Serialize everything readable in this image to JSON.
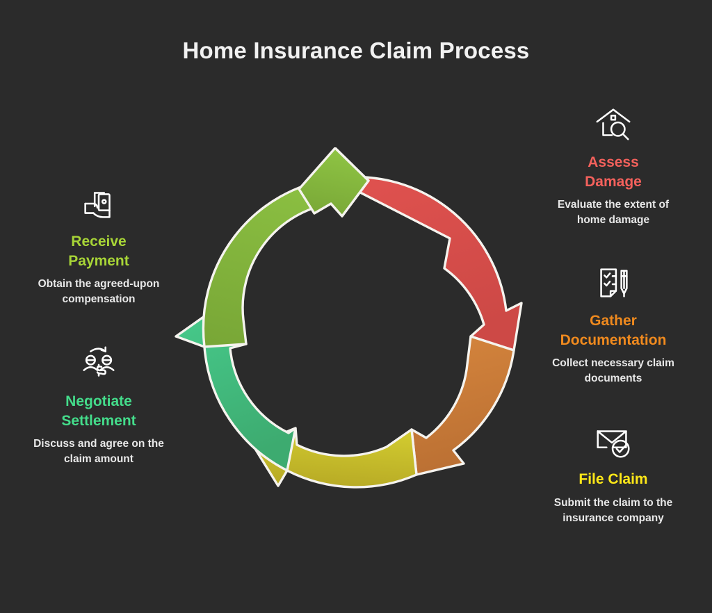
{
  "page": {
    "title": "Home Insurance Claim Process",
    "background_color": "#2b2b2b",
    "title_color": "#f2f2f2",
    "description_color": "#e8e8e8"
  },
  "steps": [
    {
      "id": "assess-damage",
      "side": "right",
      "order": 1,
      "heading": "Assess\nDamage",
      "heading_line1": "Assess",
      "heading_line2": "Damage",
      "description": "Evaluate the extent of home damage",
      "color": "#f4615c",
      "icon": "house-magnifier-icon"
    },
    {
      "id": "gather-documentation",
      "side": "right",
      "order": 2,
      "heading": "Gather\nDocumentation",
      "heading_line1": "Gather",
      "heading_line2": "Documentation",
      "description": "Collect necessary claim documents",
      "color": "#f08a1e",
      "icon": "checklist-pen-icon"
    },
    {
      "id": "file-claim",
      "side": "right",
      "order": 3,
      "heading": "File Claim",
      "heading_line1": "File Claim",
      "heading_line2": "",
      "description": "Submit the claim to the insurance company",
      "color": "#ffe818",
      "icon": "envelope-check-icon"
    },
    {
      "id": "negotiate-settlement",
      "side": "left",
      "order": 4,
      "heading": "Negotiate\nSettlement",
      "heading_line1": "Negotiate",
      "heading_line2": "Settlement",
      "description": "Discuss and agree on the claim amount",
      "color": "#44dd8b",
      "icon": "negotiation-people-dollar-icon"
    },
    {
      "id": "receive-payment",
      "side": "left",
      "order": 5,
      "heading": "Receive\nPayment",
      "heading_line1": "Receive",
      "heading_line2": "Payment",
      "description": "Obtain the agreed-upon compensation",
      "color": "#a8d537",
      "icon": "hand-cash-icon"
    }
  ],
  "cycle_diagram": {
    "name": "five-segment-circular-arrow-cycle",
    "segment_count": 5,
    "direction": "clockwise",
    "outline_color": "#f5f3ee",
    "hub_color": "#2b2b2b",
    "segments": [
      {
        "step_id": "assess-damage",
        "position": "top-right",
        "color_from": "#e0524f",
        "color_to": "#cf4a47"
      },
      {
        "step_id": "gather-documentation",
        "position": "right",
        "color_from": "#d4833c",
        "color_to": "#bd7234"
      },
      {
        "step_id": "file-claim",
        "position": "bottom",
        "color_from": "#cfc72e",
        "color_to": "#b7a925"
      },
      {
        "step_id": "negotiate-settlement",
        "position": "left",
        "color_from": "#46c98a",
        "color_to": "#3fae72"
      },
      {
        "step_id": "receive-payment",
        "position": "top-left",
        "color_from": "#8cc142",
        "color_to": "#79a837"
      }
    ]
  }
}
